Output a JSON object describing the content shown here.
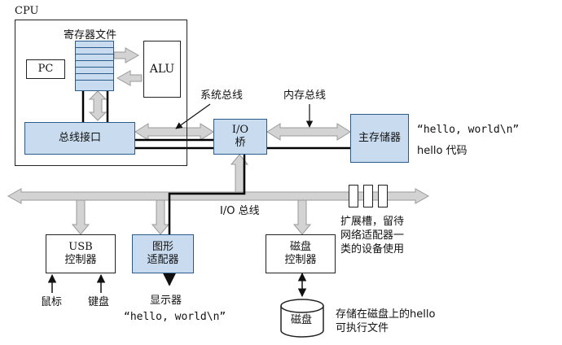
{
  "cpu": {
    "label": "CPU",
    "register_file": "寄存器文件",
    "pc": "PC",
    "alu": "ALU",
    "bus_interface": "总线接口"
  },
  "buses": {
    "system_bus": "系统总线",
    "memory_bus": "内存总线",
    "io_bus": "I/O 总线"
  },
  "io_bridge": {
    "line1": "I/O",
    "line2": "桥"
  },
  "main_memory": {
    "label": "主存储器",
    "string": "“hello, world\\n”",
    "code": "hello 代码"
  },
  "expansion": {
    "line1": "扩展槽，留待",
    "line2": "网络适配器一",
    "line3": "类的设备使用"
  },
  "usb": {
    "line1": "USB",
    "line2": "控制器",
    "mouse": "鼠标",
    "keyboard": "键盘"
  },
  "graphics": {
    "line1": "图形",
    "line2": "适配器",
    "display": "显示器",
    "string": "“hello, world\\n”"
  },
  "disk_ctrl": {
    "line1": "磁盘",
    "line2": "控制器"
  },
  "disk": {
    "label": "磁盘",
    "note_line1": "存储在磁盘上的hello",
    "note_line2": "可执行文件"
  },
  "colors": {
    "box_fill": "#c9dcef",
    "box_border": "#2b5b8a",
    "bus_fill": "#d3d3d3"
  }
}
